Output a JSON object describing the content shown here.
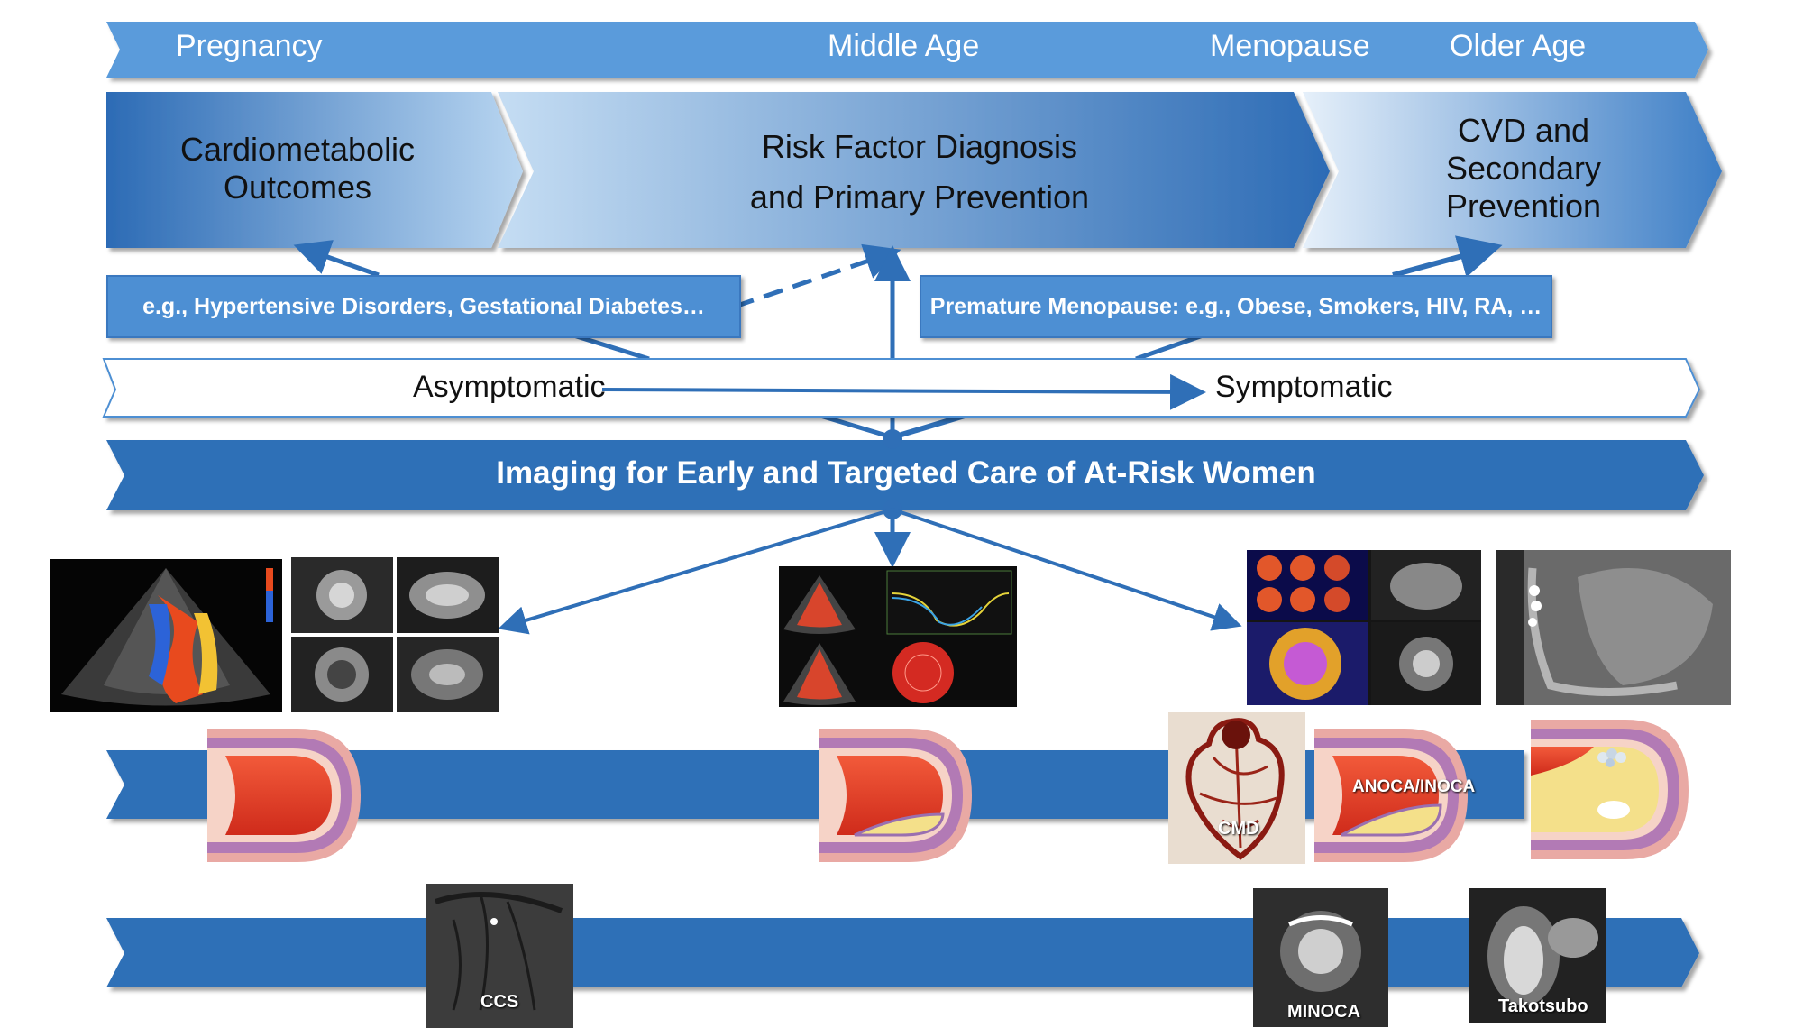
{
  "life_stages": {
    "pregnancy": "Pregnancy",
    "middle_age": "Middle Age",
    "menopause": "Menopause",
    "older_age": "Older Age"
  },
  "phases": {
    "cardiometabolic": [
      "Cardiometabolic",
      "Outcomes"
    ],
    "risk_factor": [
      "Risk Factor Diagnosis",
      "and Primary Prevention"
    ],
    "cvd": [
      "CVD and",
      "Secondary",
      "Prevention"
    ]
  },
  "examples": {
    "pregnancy_examples": "e.g., Hypertensive Disorders, Gestational Diabetes…",
    "menopause_examples": "Premature Menopause: e.g., Obese, Smokers, HIV, RA, …"
  },
  "symptom_axis": {
    "start": "Asymptomatic",
    "end": "Symptomatic"
  },
  "main_banner": "Imaging for Early and Targeted Care of At-Risk Women",
  "image_captions": {
    "cmd": "CMD",
    "anoca": "ANOCA/INOCA",
    "ccs": "CCS",
    "minoca": "MINOCA",
    "takotsubo": "Takotsubo"
  },
  "colors": {
    "primary_blue": "#2f6fb7",
    "light_blue": "#5a9bdb",
    "pale_blue": "#cfe2f5",
    "artery_red": "#e8402a",
    "plaque_yellow": "#f4e08a"
  }
}
